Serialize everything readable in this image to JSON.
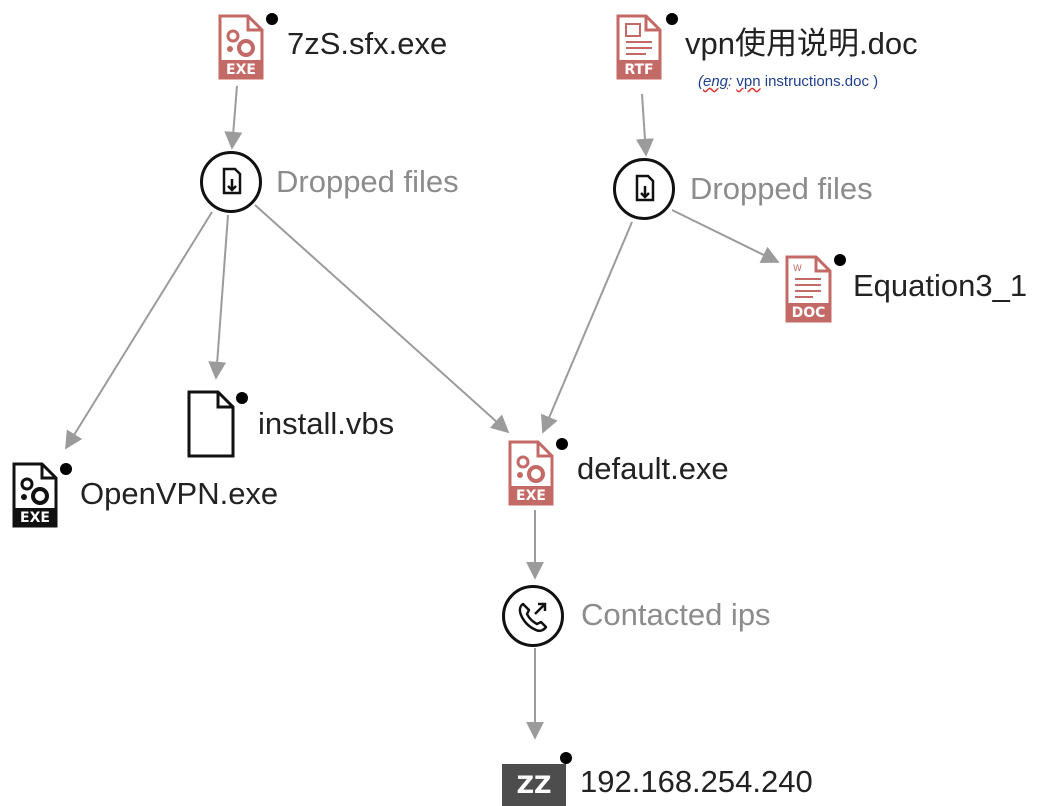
{
  "nodes": {
    "sfx_exe": {
      "name": "7zS.sfx.exe",
      "badge": "EXE",
      "color": "#c46a66"
    },
    "vpn_doc": {
      "name": "vpn使用说明.doc",
      "badge": "RTF",
      "color": "#c46a66",
      "note_prefix": "(",
      "note_eng": "eng",
      "note_colon": ": ",
      "note_vpn": "vpn",
      "note_rest": " instructions.doc )"
    },
    "dropped_1": {
      "label": "Dropped files",
      "icon": "dropped-file-icon"
    },
    "dropped_2": {
      "label": "Dropped files",
      "icon": "dropped-file-icon"
    },
    "equation": {
      "name": "Equation3_1",
      "badge": "DOC",
      "mini": "W",
      "color": "#c46a66"
    },
    "install_vbs": {
      "name": "install.vbs",
      "icon": "blank-file-icon"
    },
    "openvpn": {
      "name": "OpenVPN.exe",
      "badge": "EXE",
      "color": "#111111"
    },
    "default_exe": {
      "name": "default.exe",
      "badge": "EXE",
      "color": "#c46a66"
    },
    "contacted": {
      "label": "Contacted ips",
      "icon": "phone-outgoing-icon"
    },
    "ip": {
      "name": "192.168.254.240",
      "badge": "ZZ",
      "color": "#4d4d4d"
    }
  },
  "colors": {
    "edge": "#9b9b9b",
    "malicious": "#c46a66",
    "relation_text": "#8c8c8c"
  }
}
